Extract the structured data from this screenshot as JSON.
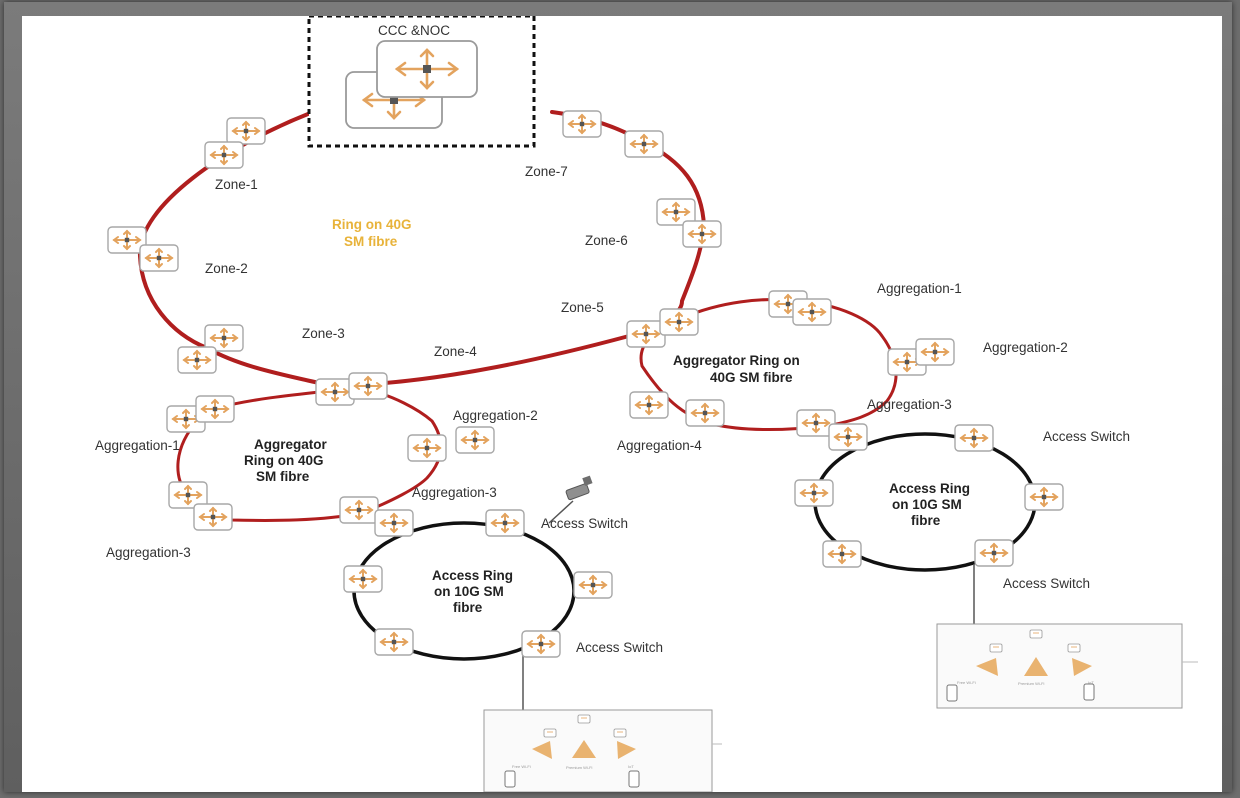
{
  "noc": {
    "label": "CCC &NOC"
  },
  "core_ring": {
    "label_line1": "Ring on 40G",
    "label_line2": "SM fibre",
    "color": "#b01e1e"
  },
  "zones": [
    "Zone-1",
    "Zone-2",
    "Zone-3",
    "Zone-4",
    "Zone-5",
    "Zone-6",
    "Zone-7"
  ],
  "left_aggregator": {
    "label_line1": "Aggregator",
    "label_line2": "Ring on 40G",
    "label_line3": "SM fibre",
    "nodes": [
      "Aggregation-1",
      "Aggregation-2",
      "Aggregation-3",
      "Aggregation-3"
    ]
  },
  "right_aggregator": {
    "label_line1": "Aggregator Ring on",
    "label_line2": "40G SM fibre",
    "nodes": [
      "Aggregation-1",
      "Aggregation-2",
      "Aggregation-3",
      "Aggregation-4"
    ]
  },
  "left_access": {
    "label_line1": "Access Ring",
    "label_line2": "on 10G SM",
    "label_line3": "fibre",
    "switches": [
      "Access Switch",
      "Access Switch"
    ]
  },
  "right_access": {
    "label_line1": "Access Ring",
    "label_line2": "on 10G SM",
    "label_line3": "fibre",
    "switches": [
      "Access Switch",
      "Access Switch"
    ]
  },
  "wifi_legend": {
    "free": "Free Wi-Fi",
    "premium": "Premium Wi-Fi",
    "iot": "IoT"
  },
  "colors": {
    "ring_red": "#b01e1e",
    "access_black": "#111111",
    "switch_orange": "#e3a35e",
    "noc_border": "#111111"
  },
  "icons": [
    "switch-icon",
    "camera-icon",
    "wifi-access-point-icon"
  ]
}
